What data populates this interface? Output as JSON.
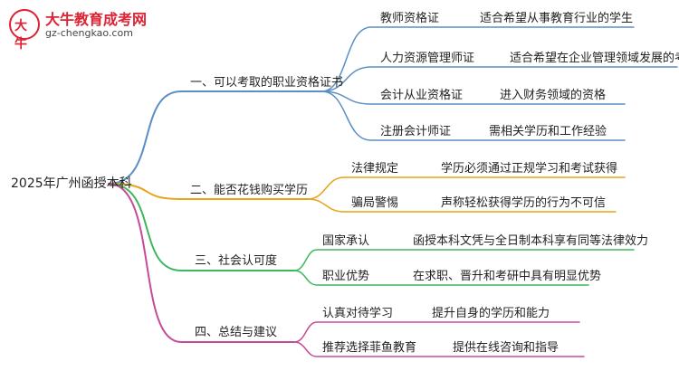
{
  "logo": {
    "title": "大牛教育成考网",
    "url": "gz-chengkao.com",
    "mark_text": "大牛"
  },
  "root": {
    "label": "2025年广州函授本科"
  },
  "branches": [
    {
      "label": "一、可以考取的职业资格证书",
      "color": "#5b8ec4",
      "items": [
        {
          "label": "教师资格证",
          "desc": "适合希望从事教育行业的学生"
        },
        {
          "label": "人力资源管理师证",
          "desc": "适合希望在企业管理领域发展的考生"
        },
        {
          "label": "会计从业资格证",
          "desc": "进入财务领域的资格"
        },
        {
          "label": "注册会计师证",
          "desc": "需相关学历和工作经验"
        }
      ]
    },
    {
      "label": "二、能否花钱购买学历",
      "color": "#e8a317",
      "items": [
        {
          "label": "法律规定",
          "desc": "学历必须通过正规学习和考试获得"
        },
        {
          "label": "骗局警惕",
          "desc": "声称轻松获得学历的行为不可信"
        }
      ]
    },
    {
      "label": "三、社会认可度",
      "color": "#3cb85c",
      "items": [
        {
          "label": "国家承认",
          "desc": "函授本科文凭与全日制本科享有同等法律效力"
        },
        {
          "label": "职业优势",
          "desc": "在求职、晋升和考研中具有明显优势"
        }
      ]
    },
    {
      "label": "四、总结与建议",
      "color": "#c74a9a",
      "items": [
        {
          "label": "认真对待学习",
          "desc": "提升自身的学历和能力"
        },
        {
          "label": "推荐选择菲鱼教育",
          "desc": "提供在线咨询和指导"
        }
      ]
    }
  ]
}
